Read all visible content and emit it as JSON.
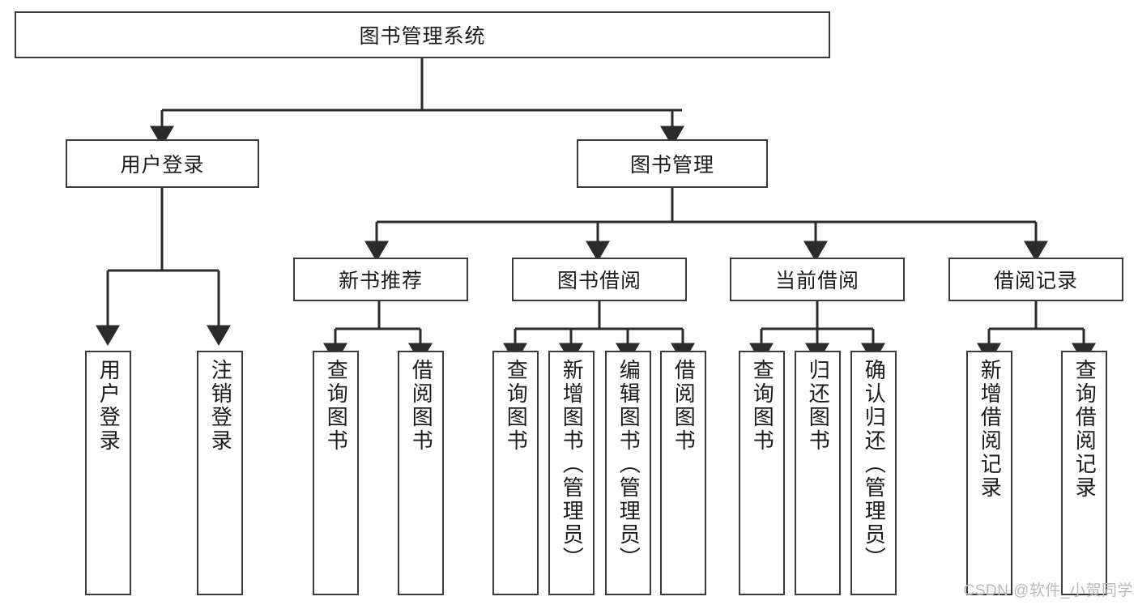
{
  "diagram": {
    "title": "图书管理系统",
    "type": "hierarchy-tree",
    "watermark": "CSDN @软件_小贺同学",
    "colors": {
      "box_border": "#3a3a3a",
      "box_fill": "#ffffff",
      "line": "#2b2b2b",
      "text": "#1b1b1b",
      "watermark": "#b9b9b9"
    },
    "levels": {
      "level1": [
        {
          "id": "root",
          "label": "图书管理系统"
        }
      ],
      "level2": [
        {
          "id": "user-login",
          "label": "用户登录"
        },
        {
          "id": "book-manage",
          "label": "图书管理"
        }
      ],
      "level3": [
        {
          "id": "new-book-rec",
          "label": "新书推荐"
        },
        {
          "id": "book-borrow",
          "label": "图书借阅"
        },
        {
          "id": "current-borrow",
          "label": "当前借阅"
        },
        {
          "id": "borrow-record",
          "label": "借阅记录"
        }
      ],
      "level4": [
        {
          "id": "leaf-user-login",
          "label": "用户登录",
          "parent": "user-login"
        },
        {
          "id": "leaf-logout",
          "label": "注销登录",
          "parent": "user-login"
        },
        {
          "id": "leaf-query-book-1",
          "label": "查询图书",
          "parent": "new-book-rec"
        },
        {
          "id": "leaf-borrow-book-1",
          "label": "借阅图书",
          "parent": "new-book-rec"
        },
        {
          "id": "leaf-query-book-2",
          "label": "查询图书",
          "parent": "book-borrow"
        },
        {
          "id": "leaf-add-book",
          "label": "新增图书（管理员）",
          "parent": "book-borrow"
        },
        {
          "id": "leaf-edit-book",
          "label": "编辑图书（管理员）",
          "parent": "book-borrow"
        },
        {
          "id": "leaf-borrow-book-2",
          "label": "借阅图书",
          "parent": "book-borrow"
        },
        {
          "id": "leaf-query-book-3",
          "label": "查询图书",
          "parent": "current-borrow"
        },
        {
          "id": "leaf-return-book",
          "label": "归还图书",
          "parent": "current-borrow"
        },
        {
          "id": "leaf-confirm-return",
          "label": "确认归还（管理员）",
          "parent": "current-borrow"
        },
        {
          "id": "leaf-add-record",
          "label": "新增借阅记录",
          "parent": "borrow-record"
        },
        {
          "id": "leaf-query-record",
          "label": "查询借阅记录",
          "parent": "borrow-record"
        }
      ]
    }
  }
}
